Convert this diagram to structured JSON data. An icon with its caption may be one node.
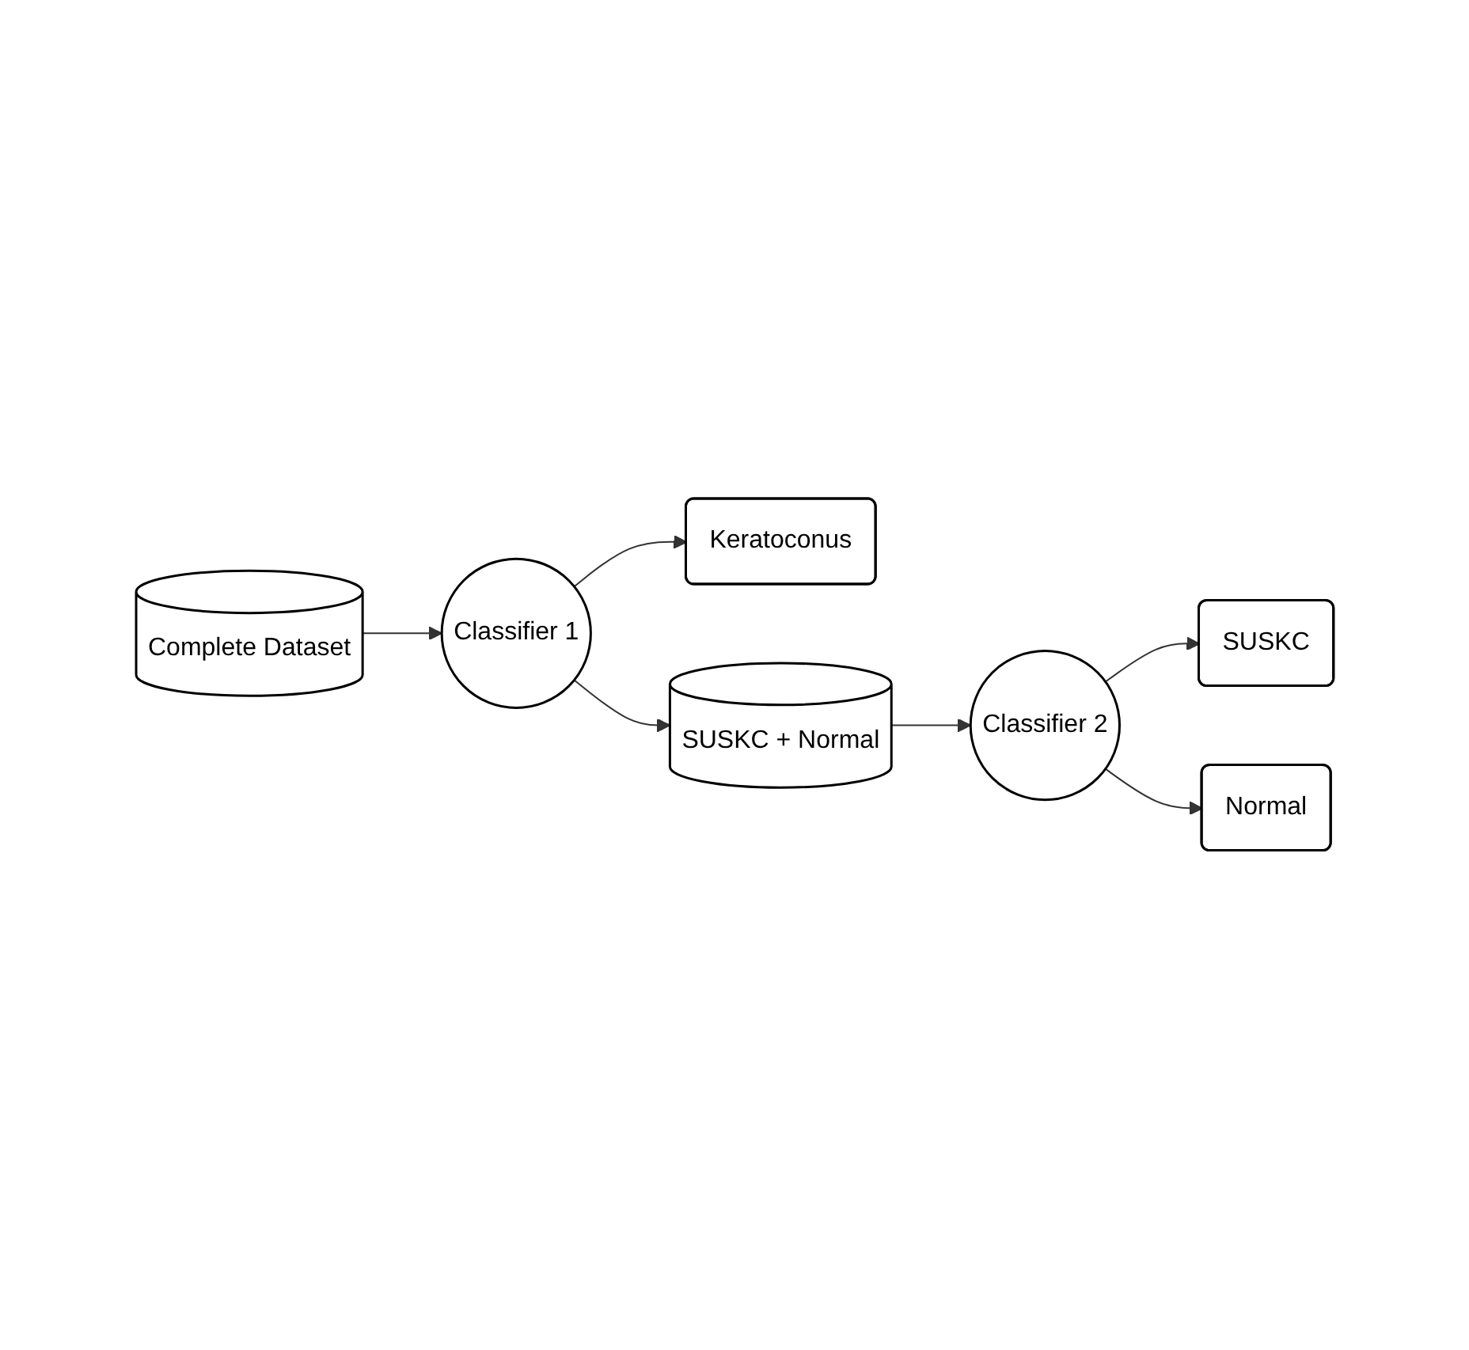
{
  "diagram": {
    "nodes": [
      {
        "text": [
          "Complete Dataset"
        ]
      },
      {
        "text": [
          "Classifier 1"
        ]
      },
      {
        "text": [
          "Keratoconus"
        ]
      },
      {
        "text": [
          "SUSKC + Normal"
        ]
      },
      {
        "text": [
          "Classifier 2"
        ]
      },
      {
        "text": [
          "SUSKC"
        ]
      },
      {
        "text": [
          "Normal"
        ]
      }
    ],
    "edges": [
      {
        "from": 0,
        "to": 1,
        "arrow": "to"
      },
      {
        "from": 1,
        "to": 2,
        "arrow": "to"
      },
      {
        "from": 1,
        "to": 3,
        "arrow": "to"
      },
      {
        "from": 3,
        "to": 4,
        "arrow": "to"
      },
      {
        "from": 4,
        "to": 5,
        "arrow": "to"
      },
      {
        "from": 4,
        "to": 6,
        "arrow": "to"
      }
    ]
  }
}
